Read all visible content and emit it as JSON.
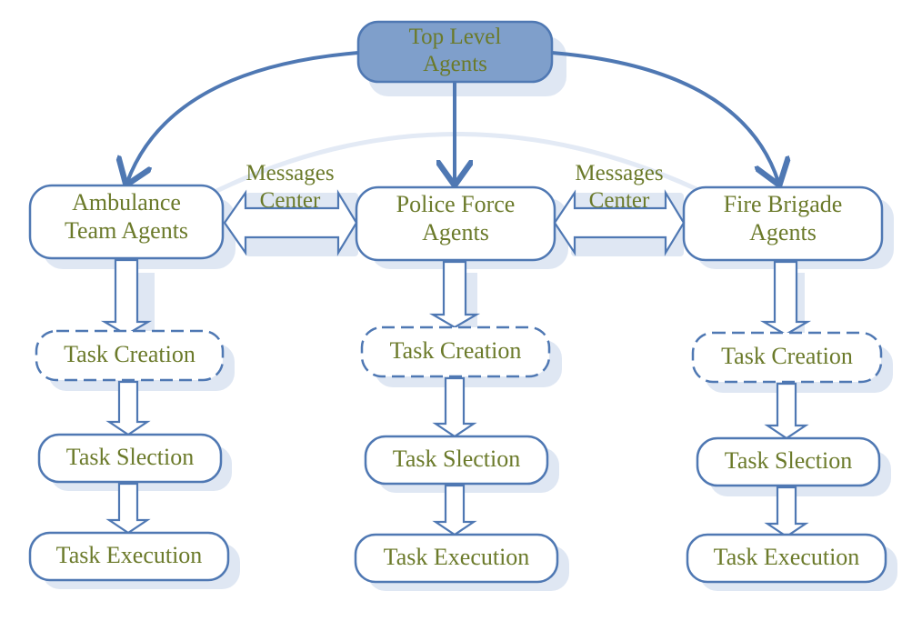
{
  "colors": {
    "stroke": "#4f78b3",
    "text": "#6b7a2a",
    "top_fill": "#7f9fcb",
    "shadow": "#dfe7f3",
    "box_fill": "#ffffff"
  },
  "top": {
    "line1": "Top Level",
    "line2": "Agents"
  },
  "messages_center": [
    {
      "line1": "Messages",
      "line2": "Center"
    },
    {
      "line1": "Messages",
      "line2": "Center"
    }
  ],
  "columns": [
    {
      "agent_line1": "Ambulance",
      "agent_line2": "Team Agents",
      "task_creation": "Task Creation",
      "task_selection": "Task Slection",
      "task_execution": "Task Execution"
    },
    {
      "agent_line1": "Police Force",
      "agent_line2": "Agents",
      "task_creation": "Task Creation",
      "task_selection": "Task Slection",
      "task_execution": "Task Execution"
    },
    {
      "agent_line1": "Fire Brigade",
      "agent_line2": "Agents",
      "task_creation": "Task Creation",
      "task_selection": "Task Slection",
      "task_execution": "Task Execution"
    }
  ]
}
